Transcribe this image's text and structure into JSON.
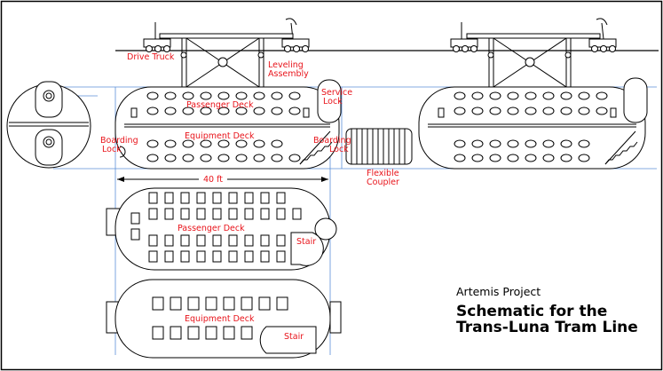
{
  "labels": {
    "drive_truck": "Drive Truck",
    "leveling_assembly_1": "Leveling",
    "leveling_assembly_2": "Assembly",
    "service_lock_1": "Service",
    "service_lock_2": "Lock",
    "passenger_deck_side": "Passenger Deck",
    "equipment_deck_side": "Equipment Deck",
    "boarding_lock_left_1": "Boarding",
    "boarding_lock_left_2": "Lock",
    "boarding_lock_right_1": "Boarding",
    "boarding_lock_right_2": "Lock",
    "flexible_coupler_1": "Flexible",
    "flexible_coupler_2": "Coupler",
    "dimension": "40 ft",
    "passenger_deck_plan": "Passenger Deck",
    "stair_passenger": "Stair",
    "equipment_deck_plan": "Equipment Deck",
    "stair_equipment": "Stair"
  },
  "title": {
    "project": "Artemis Project",
    "line1": "Schematic for the",
    "line2": "Trans-Luna Tram Line"
  },
  "colors": {
    "label": "#e8141b",
    "guide": "#5b8fd8",
    "ink": "#000000"
  }
}
